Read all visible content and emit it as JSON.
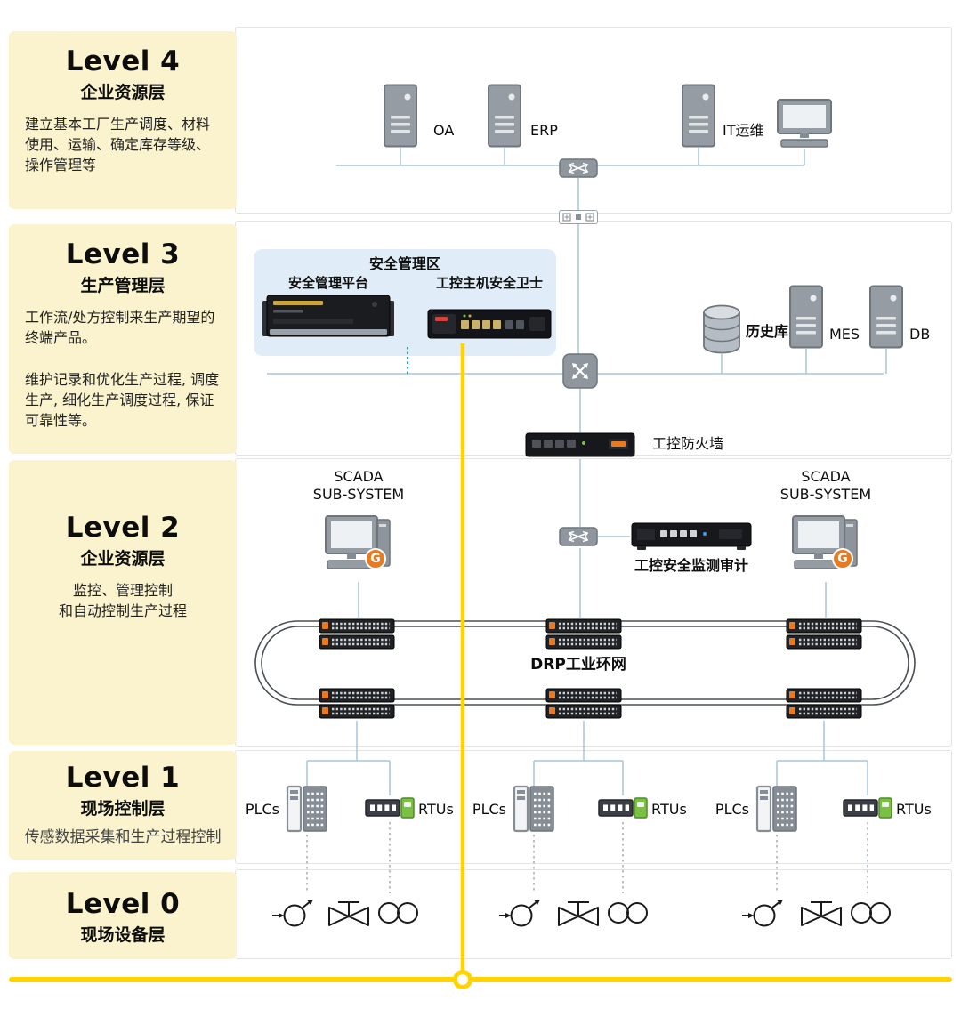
{
  "levels": [
    {
      "title": "Level 4",
      "subtitle": "企业资源层",
      "description": "建立基本工厂生产调度、材料使用、运输、确定库存等级、操作管理等"
    },
    {
      "title": "Level 3",
      "subtitle": "生产管理层",
      "description": "工作流/处方控制来生产期望的终端产品。\n\n维护记录和优化生产过程, 调度生产, 细化生产调度过程, 保证可靠性等。"
    },
    {
      "title": "Level 2",
      "subtitle": "企业资源层",
      "description": "监控、管理控制\n和自动控制生产过程"
    },
    {
      "title": "Level 1",
      "subtitle": "现场控制层",
      "description": "传感数据采集和生产过程控制"
    },
    {
      "title": "Level 0",
      "subtitle": "现场设备层",
      "description": ""
    }
  ],
  "enterprise": {
    "oa_label": "OA",
    "erp_label": "ERP",
    "it_label": "IT运维"
  },
  "production": {
    "zone_title": "安全管理区",
    "platform_label": "安全管理平台",
    "guard_label": "工控主机安全卫士",
    "historian_label": "历史库",
    "mes_label": "MES",
    "db_label": "DB",
    "firewall_label": "工控防火墙"
  },
  "supervision": {
    "scada_left": "SCADA\nSUB-SYSTEM",
    "scada_right": "SCADA\nSUB-SYSTEM",
    "audit_label": "工控安全监测审计",
    "ring_label": "DRP工业环网",
    "badge": "G"
  },
  "field": {
    "plcs": "PLCs",
    "rtus": "RTUs"
  },
  "colors": {
    "highlight": "#FFD400",
    "level_box": "#FAF3CD",
    "security_zone": "#E0EDF8",
    "connector": "#A9C6DB",
    "badge_orange": "#E87A22"
  }
}
